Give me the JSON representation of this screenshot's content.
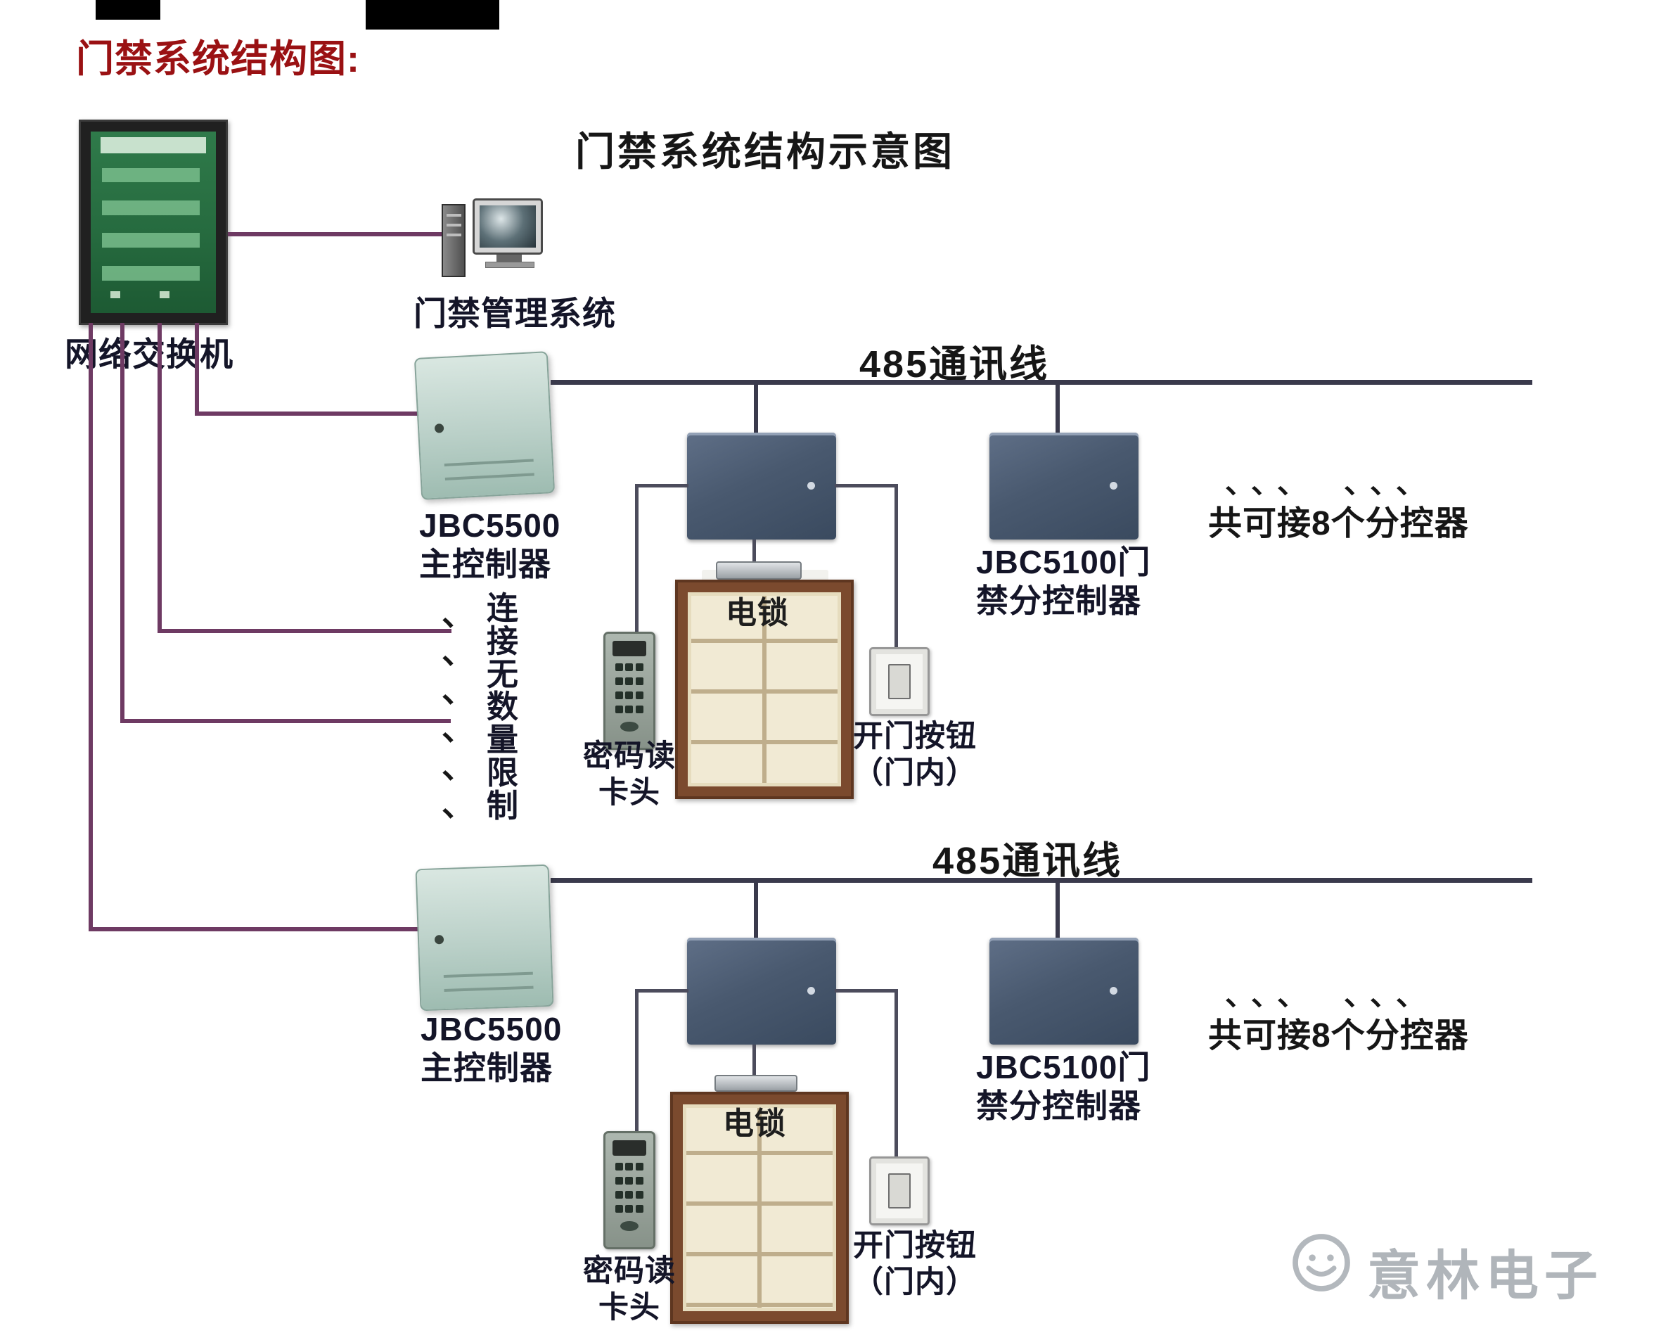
{
  "page": {
    "title": "门禁系统结构图:",
    "diagram_title": "门禁系统结构示意图",
    "watermark": "意林电子"
  },
  "colors": {
    "title_red": "#9a1113",
    "wire_purple": "#6e3a63",
    "bus_dark": "#3a3a4c",
    "controller_teal": "#bad0c8",
    "sub_controller_slate": "#49596f"
  },
  "switch": {
    "label": "网络交换机"
  },
  "pc": {
    "label": "门禁管理系统"
  },
  "unlimited": {
    "marks": "、\n、\n、\n、\n、\n、",
    "text": "连\n接\n无\n数\n量\n限\n制"
  },
  "section1": {
    "bus_label": "485通讯线",
    "main_controller_label": "JBC5500\n主控制器",
    "sub_controller_label": "JBC5100门\n禁分控制器",
    "expand_marks": "、、、　、、、",
    "expand_note": "共可接8个分控器",
    "lock_label": "电锁",
    "reader_label": "密码读\n卡头",
    "button_label": "开门按钮\n（门内）"
  },
  "section2": {
    "bus_label": "485通讯线",
    "main_controller_label": "JBC5500\n主控制器",
    "sub_controller_label": "JBC5100门\n禁分控制器",
    "expand_marks": "、、、　、、、",
    "expand_note": "共可接8个分控器",
    "lock_label": "电锁",
    "reader_label": "密码读\n卡头",
    "button_label": "开门按钮\n（门内）"
  }
}
